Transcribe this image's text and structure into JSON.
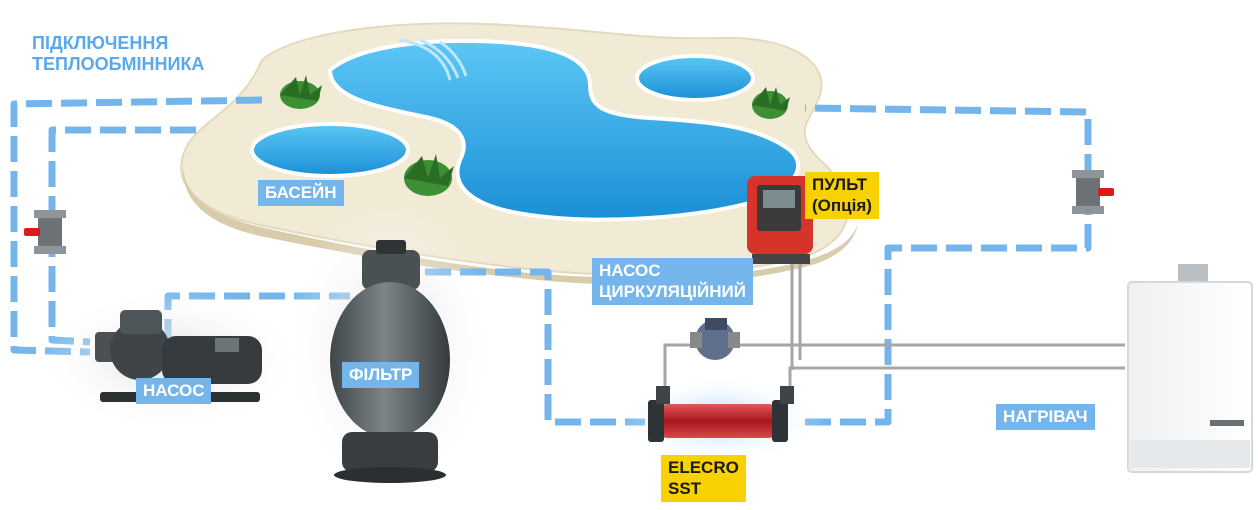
{
  "title": {
    "line1": "ПІДКЛЮЧЕННЯ",
    "line2": "ТЕПЛООБМІННИКА"
  },
  "labels": {
    "pool": "БАСЕЙН",
    "control_line1": "ПУЛЬТ",
    "control_line2": "(Опція)",
    "circ_pump_line1": "НАСОС",
    "circ_pump_line2": "ЦИРКУЛЯЦІЙНИЙ",
    "pump": "НАСОС",
    "filter": "ФІЛЬТР",
    "heater": "НАГРІВАЧ",
    "heat_exchanger_line1": "ELECRO",
    "heat_exchanger_line2": "SST"
  },
  "colors": {
    "pipe_blue": "#74b6ec",
    "pipe_grey": "#a6a6a6",
    "label_blue": "#74b6ec",
    "label_yellow": "#f7d200",
    "title_blue": "#5aa9ea",
    "pool_water": "#27a6e6",
    "deck": "#f1ead5",
    "control_red": "#d6342b",
    "exchanger_red": "#c7262a",
    "valve_red": "#d81c1c"
  },
  "icons": {
    "pool": "swimming-pool-icon",
    "control": "control-panel-icon",
    "pump": "pool-pump-icon",
    "filter": "sand-filter-icon",
    "circ_pump": "circulation-pump-icon",
    "heat_exchanger": "heat-exchanger-icon",
    "boiler": "gas-boiler-icon",
    "valve": "ball-valve-icon",
    "plant": "plant-icon"
  }
}
